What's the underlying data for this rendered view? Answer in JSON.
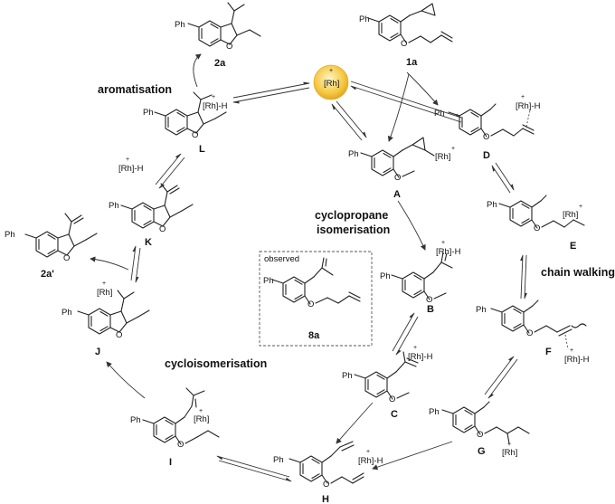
{
  "titles": {
    "aromatisation": "aromatisation",
    "cyclopropane_1": "cyclopropane",
    "cyclopropane_2": "isomerisation",
    "chain_walking": "chain walking",
    "cycloisomerisation": "cycloisomerisation",
    "observed": "observed"
  },
  "catalyst": {
    "label": "[Rh]",
    "charge": "+",
    "color": "#f5c842"
  },
  "compounds": {
    "c1a": "1a",
    "c2a": "2a",
    "c2ap": "2a'",
    "c8a": "8a",
    "A": "A",
    "B": "B",
    "C": "C",
    "D": "D",
    "E": "E",
    "F": "F",
    "G": "G",
    "H": "H",
    "I": "I",
    "J": "J",
    "K": "K",
    "L": "L"
  },
  "fragments": {
    "ph": "Ph",
    "o": "O",
    "rh": "[Rh]",
    "rhh": "[Rh]-H",
    "plus": "+"
  }
}
